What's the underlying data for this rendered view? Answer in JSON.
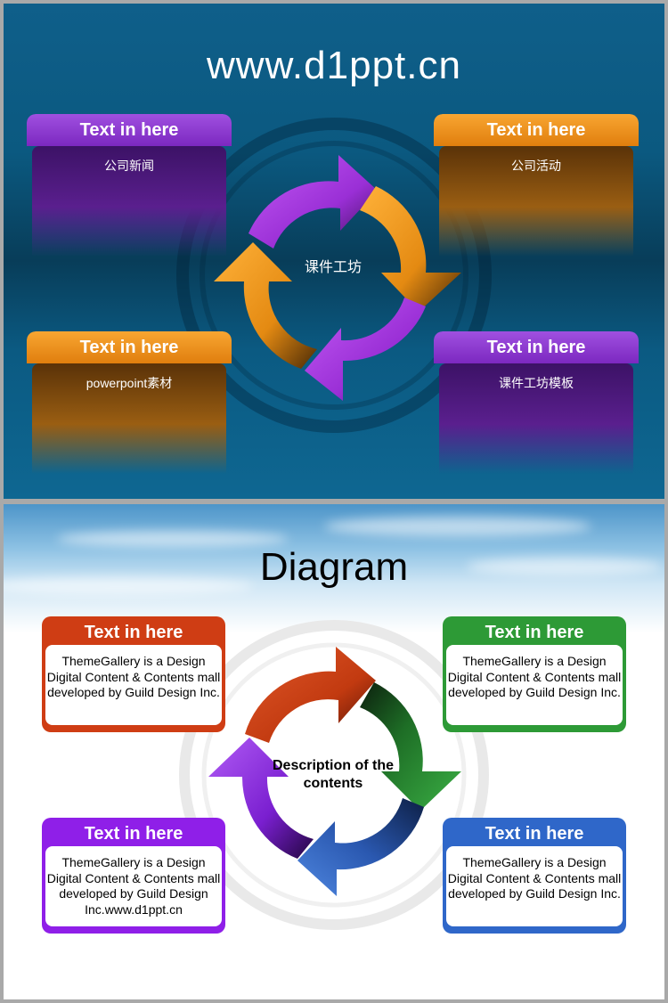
{
  "slide1": {
    "title": "www.d1ppt.cn",
    "center_label": "课件工坊",
    "boxes": [
      {
        "title": "Text in here",
        "text": "公司新闻"
      },
      {
        "title": "Text in here",
        "text": "公司活动"
      },
      {
        "title": "Text in here",
        "text": "powerpoint素材"
      },
      {
        "title": "Text in here",
        "text": "课件工坊模板"
      }
    ]
  },
  "slide2": {
    "title": "Diagram",
    "center_label": "Description of the contents",
    "boxes": [
      {
        "title": "Text in here",
        "text": "ThemeGallery is a Design Digital Content & Contents mall developed by Guild Design Inc."
      },
      {
        "title": "Text in here",
        "text": "ThemeGallery is a Design Digital Content & Contents mall developed by Guild Design Inc."
      },
      {
        "title": "Text in here",
        "text": "ThemeGallery is a Design Digital Content & Contents mall developed by Guild Design Inc.www.d1ppt.cn"
      },
      {
        "title": "Text in here",
        "text": "ThemeGallery is a Design Digital Content & Contents mall developed by Guild Design Inc."
      }
    ]
  },
  "colors": {
    "purple": "#8f1fe8",
    "orange": "#f39a1e",
    "red": "#cf3d14",
    "green": "#2d9a36",
    "blue": "#2f67c9",
    "slide1_background": "#0b5a82"
  }
}
